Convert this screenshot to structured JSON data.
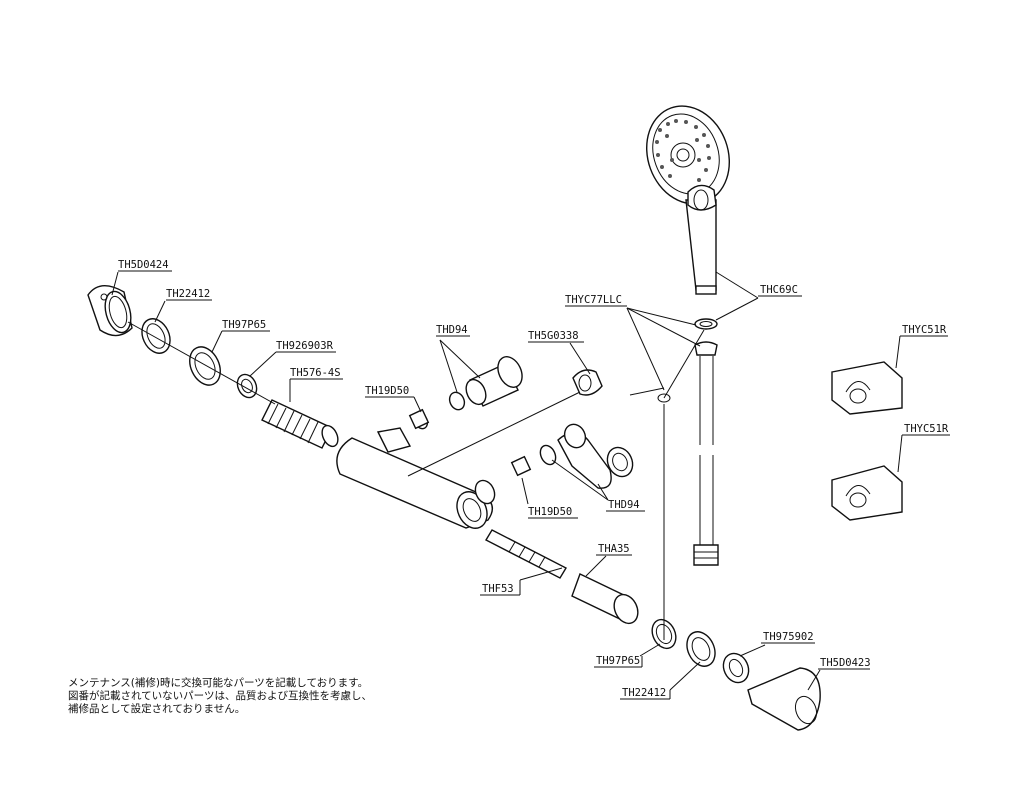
{
  "diagram": {
    "title": "Shower mixer exploded parts diagram",
    "parts": [
      {
        "id": "TH5D0424",
        "label": "TH5D0424"
      },
      {
        "id": "TH22412_top",
        "label": "TH22412"
      },
      {
        "id": "TH97P65_top",
        "label": "TH97P65"
      },
      {
        "id": "TH926903R",
        "label": "TH926903R"
      },
      {
        "id": "TH576-4S",
        "label": "TH576-4S"
      },
      {
        "id": "TH19D50_top",
        "label": "TH19D50"
      },
      {
        "id": "THD94_top",
        "label": "THD94"
      },
      {
        "id": "TH5G0338",
        "label": "TH5G0338"
      },
      {
        "id": "THYC77LLC",
        "label": "THYC77LLC"
      },
      {
        "id": "THC69C",
        "label": "THC69C"
      },
      {
        "id": "THYC51R_1",
        "label": "THYC51R"
      },
      {
        "id": "THYC51R_2",
        "label": "THYC51R"
      },
      {
        "id": "TH19D50_bottom",
        "label": "TH19D50"
      },
      {
        "id": "THD94_bottom",
        "label": "THD94"
      },
      {
        "id": "THA35",
        "label": "THA35"
      },
      {
        "id": "THF53",
        "label": "THF53"
      },
      {
        "id": "TH97P65_bottom",
        "label": "TH97P65"
      },
      {
        "id": "TH975902",
        "label": "TH975902"
      },
      {
        "id": "TH22412_bottom",
        "label": "TH22412"
      },
      {
        "id": "TH5D0423",
        "label": "TH5D0423"
      }
    ]
  },
  "note": {
    "line1": "メンテナンス(補修)時に交換可能なパーツを記載しております。",
    "line2": "図番が記載されていないパーツは、品質および互換性を考慮し、",
    "line3": "補修品として設定されておりません。"
  }
}
